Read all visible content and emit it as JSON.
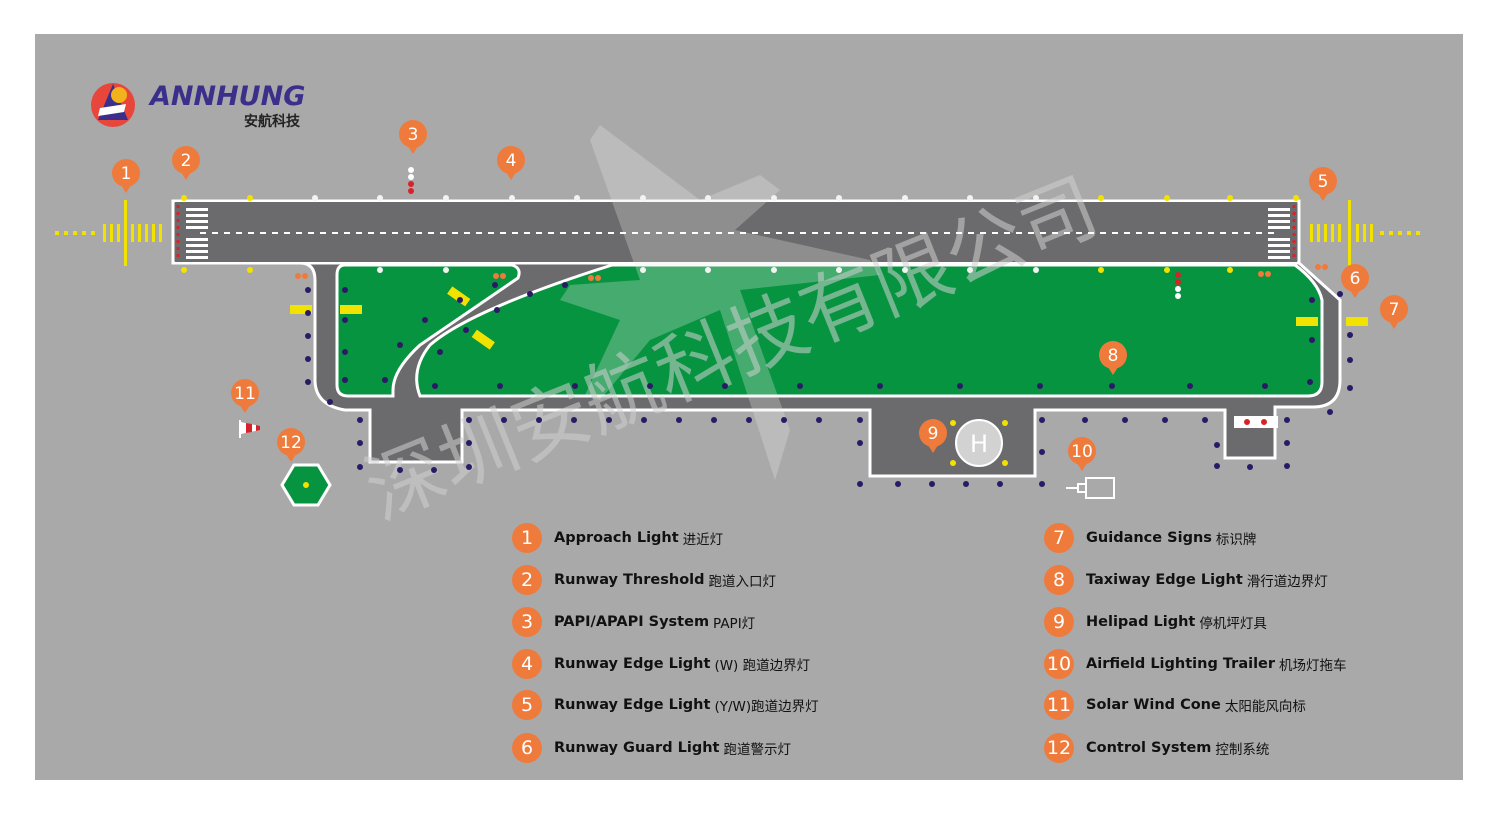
{
  "brand": {
    "name": "ANNHUNG",
    "subtitle": "安航科技",
    "color": "#3a2f8a"
  },
  "watermark": {
    "text": "深圳安航科技有限公司"
  },
  "colors": {
    "panel": "#a9a9aa",
    "tarmac": "#6b6b6d",
    "grass": "#079441",
    "marker": "#ee7b3b",
    "edge_white": "#ffffff",
    "edge_yellow": "#f2e200",
    "taxi_blue": "#34206e",
    "red": "#d8222a"
  },
  "markers": [
    {
      "num": "1"
    },
    {
      "num": "2"
    },
    {
      "num": "3"
    },
    {
      "num": "4"
    },
    {
      "num": "5"
    },
    {
      "num": "6"
    },
    {
      "num": "7"
    },
    {
      "num": "8"
    },
    {
      "num": "9"
    },
    {
      "num": "10"
    },
    {
      "num": "11"
    },
    {
      "num": "12"
    }
  ],
  "helipad": {
    "label": "H"
  },
  "legend": [
    {
      "num": "1",
      "en": "Approach Light",
      "cn": "进近灯"
    },
    {
      "num": "2",
      "en": "Runway Threshold",
      "cn": "跑道入口灯"
    },
    {
      "num": "3",
      "en": "PAPI/APAPI System",
      "cn": "PAPI灯"
    },
    {
      "num": "4",
      "en": "Runway Edge Light",
      "cn": "(W) 跑道边界灯"
    },
    {
      "num": "5",
      "en": "Runway Edge Light",
      "cn": "(Y/W)跑道边界灯"
    },
    {
      "num": "6",
      "en": "Runway Guard Light",
      "cn": "跑道警示灯"
    },
    {
      "num": "7",
      "en": "Guidance Signs",
      "cn": "标识牌"
    },
    {
      "num": "8",
      "en": "Taxiway Edge Light",
      "cn": "滑行道边界灯"
    },
    {
      "num": "9",
      "en": "Helipad Light",
      "cn": "停机坪灯具"
    },
    {
      "num": "10",
      "en": "Airfield Lighting Trailer",
      "cn": "机场灯拖车"
    },
    {
      "num": "11",
      "en": "Solar Wind Cone",
      "cn": "太阳能风向标"
    },
    {
      "num": "12",
      "en": "Control System",
      "cn": "控制系统"
    }
  ]
}
